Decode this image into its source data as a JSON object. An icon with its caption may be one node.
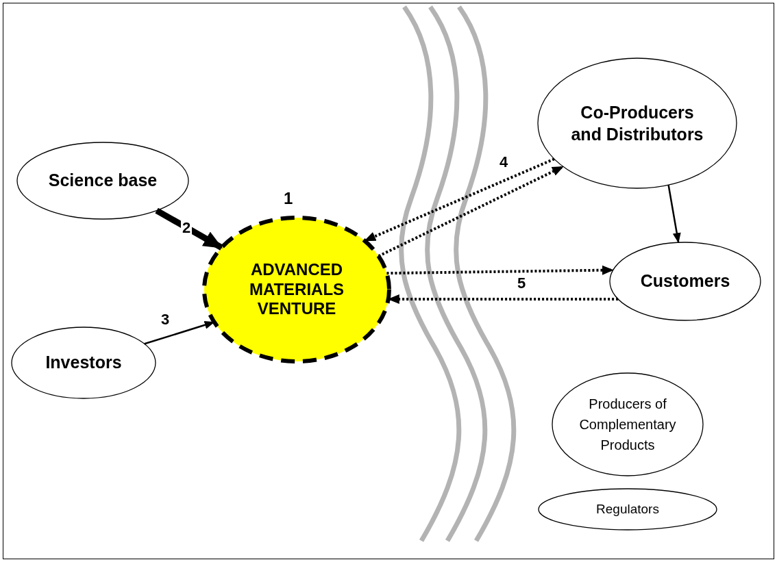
{
  "diagram": {
    "nodes": [
      {
        "text": [
          "Science base"
        ]
      },
      {
        "text": [
          "ADVANCED MATERIALS VENTURE"
        ],
        "beside": [
          "1"
        ]
      },
      {
        "text": [
          "Investors"
        ]
      },
      {
        "text": [
          "Co-Producers and Distributors"
        ]
      },
      {
        "text": [
          "Customers"
        ]
      },
      {
        "text": [
          "Producers of Complementary Products"
        ]
      },
      {
        "text": [
          "Regulators"
        ]
      }
    ],
    "edges": [
      {
        "from": 0,
        "to": 1,
        "arrow": "to",
        "label": "2",
        "style": "thick"
      },
      {
        "from": 2,
        "to": 1,
        "arrow": "to",
        "label": "3"
      },
      {
        "from": 3,
        "to": 1,
        "arrow": "to",
        "label": "4",
        "style": "dashed"
      },
      {
        "from": 1,
        "to": 3,
        "arrow": "to",
        "style": "dashed"
      },
      {
        "from": 3,
        "to": 4,
        "arrow": "to"
      },
      {
        "from": 1,
        "to": 4,
        "arrow": "to",
        "style": "dashed"
      },
      {
        "from": 4,
        "to": 1,
        "arrow": "to",
        "label": "5",
        "style": "dashed"
      }
    ]
  }
}
